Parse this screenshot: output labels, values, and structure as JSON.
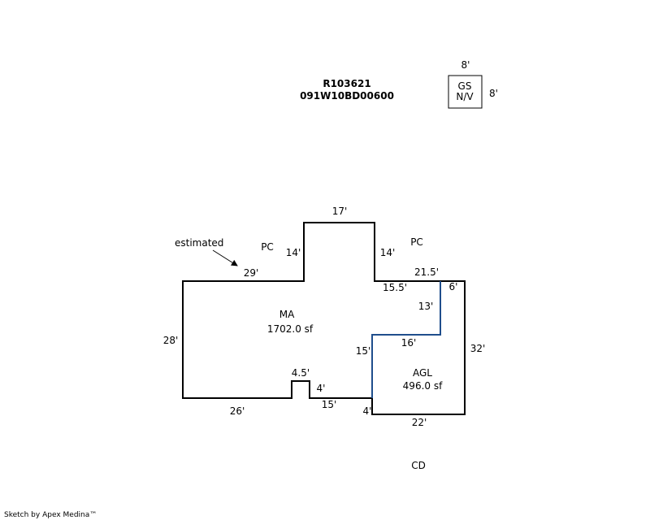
{
  "header": {
    "account": "R103621",
    "map_tax_lot": "091W10BD00600"
  },
  "outbuilding": {
    "code_line1": "GS",
    "code_line2": "N/V",
    "width": "8'",
    "depth": "8'"
  },
  "areas": {
    "main": {
      "code": "MA",
      "size": "1702.0 sf"
    },
    "garage": {
      "code": "AGL",
      "size": "496.0 sf"
    }
  },
  "labels": {
    "pc_left": "PC",
    "pc_right": "PC",
    "cd": "CD",
    "estimated": "estimated"
  },
  "dimensions": {
    "top_17": "17'",
    "left_14": "14'",
    "right_14": "14'",
    "d_29": "29'",
    "d_21_5": "21.5'",
    "d_15_5": "15.5'",
    "d_6": "6'",
    "d_13": "13'",
    "d_28": "28'",
    "d_16": "16'",
    "d_15_v": "15'",
    "d_32": "32'",
    "d_4_5": "4.5'",
    "d_4_a": "4'",
    "d_26": "26'",
    "d_15_h": "15'",
    "d_4_b": "4'",
    "d_22": "22'"
  },
  "footer": "Sketch by Apex Medina™"
}
